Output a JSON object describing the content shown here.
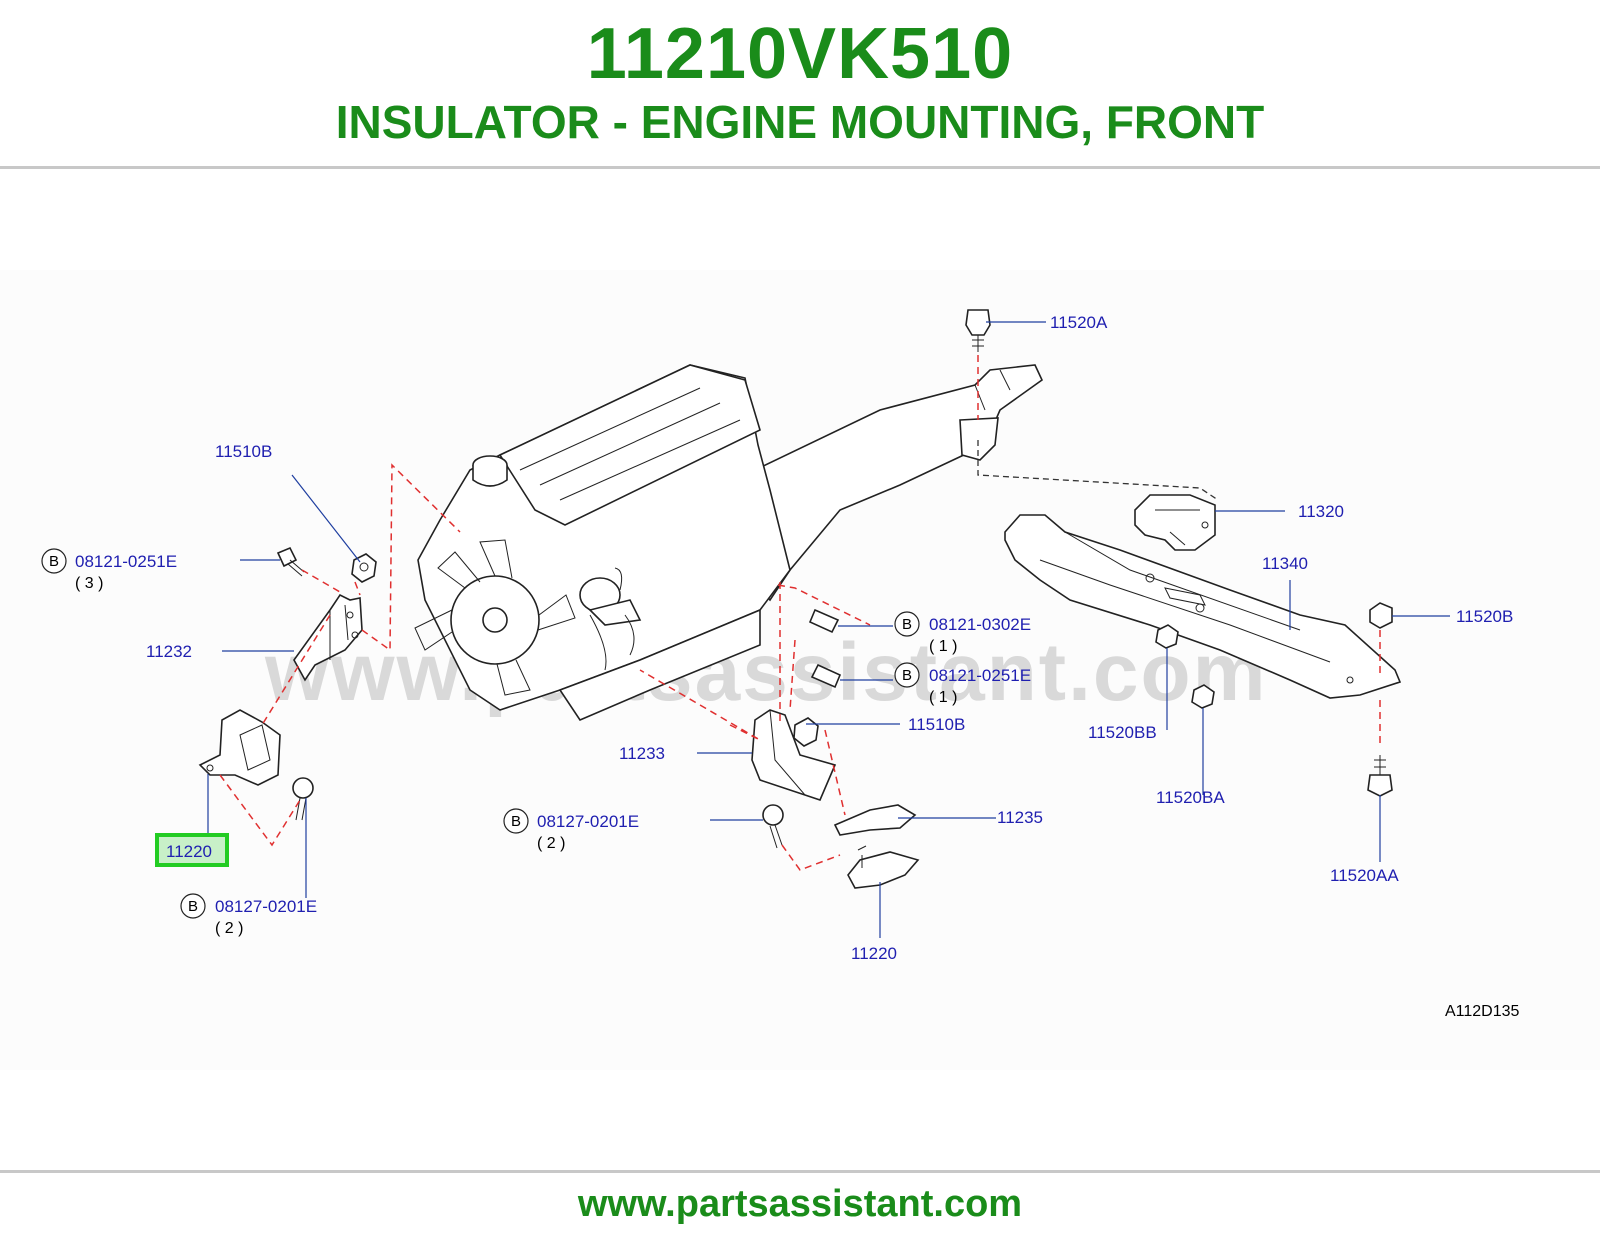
{
  "header": {
    "part_number": "11210VK510",
    "description": "INSULATOR - ENGINE MOUNTING, FRONT"
  },
  "diagram": {
    "watermark": "www.partsassistant.com",
    "code": "A112D135",
    "labels": {
      "l_11520A": "11520A",
      "l_11510B_top": "11510B",
      "l_11320": "11320",
      "l_11340": "11340",
      "l_11520B": "11520B",
      "l_11232": "11232",
      "l_11520BB": "11520BB",
      "l_11510B_mid": "11510B",
      "l_11233": "11233",
      "l_11520BA": "11520BA",
      "l_11235": "11235",
      "l_11220_hl": "11220",
      "l_11520AA": "11520AA",
      "l_11220_bottom": "11220"
    },
    "bolts": {
      "b1": {
        "badge": "B",
        "part": "08121-0251E",
        "qty": "( 3 )"
      },
      "b2": {
        "badge": "B",
        "part": "08121-0302E",
        "qty": "( 1 )"
      },
      "b3": {
        "badge": "B",
        "part": "08121-0251E",
        "qty": "( 1 )"
      },
      "b4": {
        "badge": "B",
        "part": "08127-0201E",
        "qty": "( 2 )"
      },
      "b5": {
        "badge": "B",
        "part": "08127-0201E",
        "qty": "( 2 )"
      }
    },
    "highlight_color": "#22cc22",
    "label_color": "#1f1fb0"
  },
  "footer": {
    "url": "www.partsassistant.com"
  }
}
